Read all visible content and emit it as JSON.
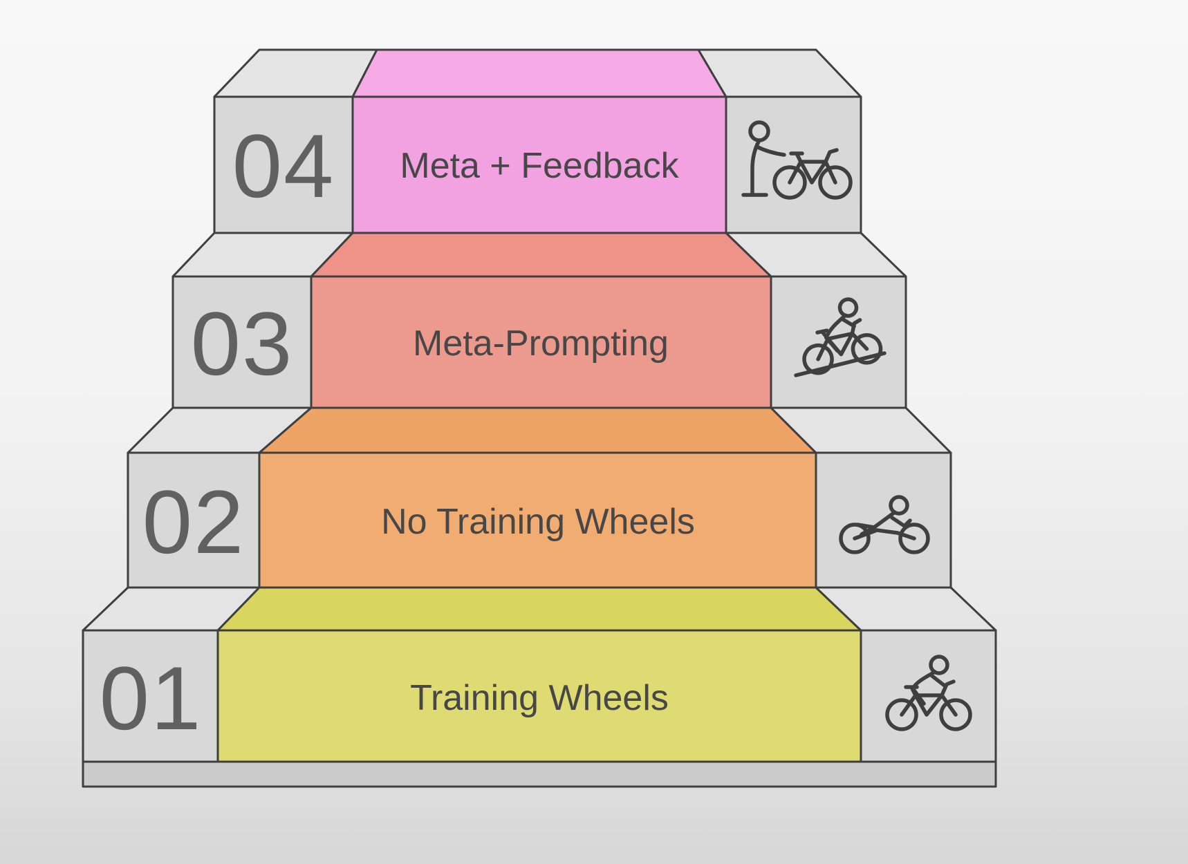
{
  "diagram": {
    "levels": [
      {
        "number": "04",
        "label": "Meta + Feedback",
        "front_color": "#f3a2e1",
        "top_color": "#f6abe7",
        "icon": "person-with-bicycle-icon"
      },
      {
        "number": "03",
        "label": "Meta-Prompting",
        "front_color": "#ec998e",
        "top_color": "#ef9287",
        "icon": "cyclist-downhill-icon"
      },
      {
        "number": "02",
        "label": "No Training Wheels",
        "front_color": "#f1ac72",
        "top_color": "#eea367",
        "icon": "recumbent-cyclist-icon"
      },
      {
        "number": "01",
        "label": "Training Wheels",
        "front_color": "#dedb72",
        "top_color": "#d9d660",
        "icon": "cyclist-icon"
      }
    ],
    "colors": {
      "panel_front": "#d8d8d8",
      "panel_top": "#e4e4e4",
      "outline": "#3f3f3f",
      "label_text": "#474747",
      "number_text": "#606060",
      "base_shadow": "#cbcbcb"
    }
  }
}
